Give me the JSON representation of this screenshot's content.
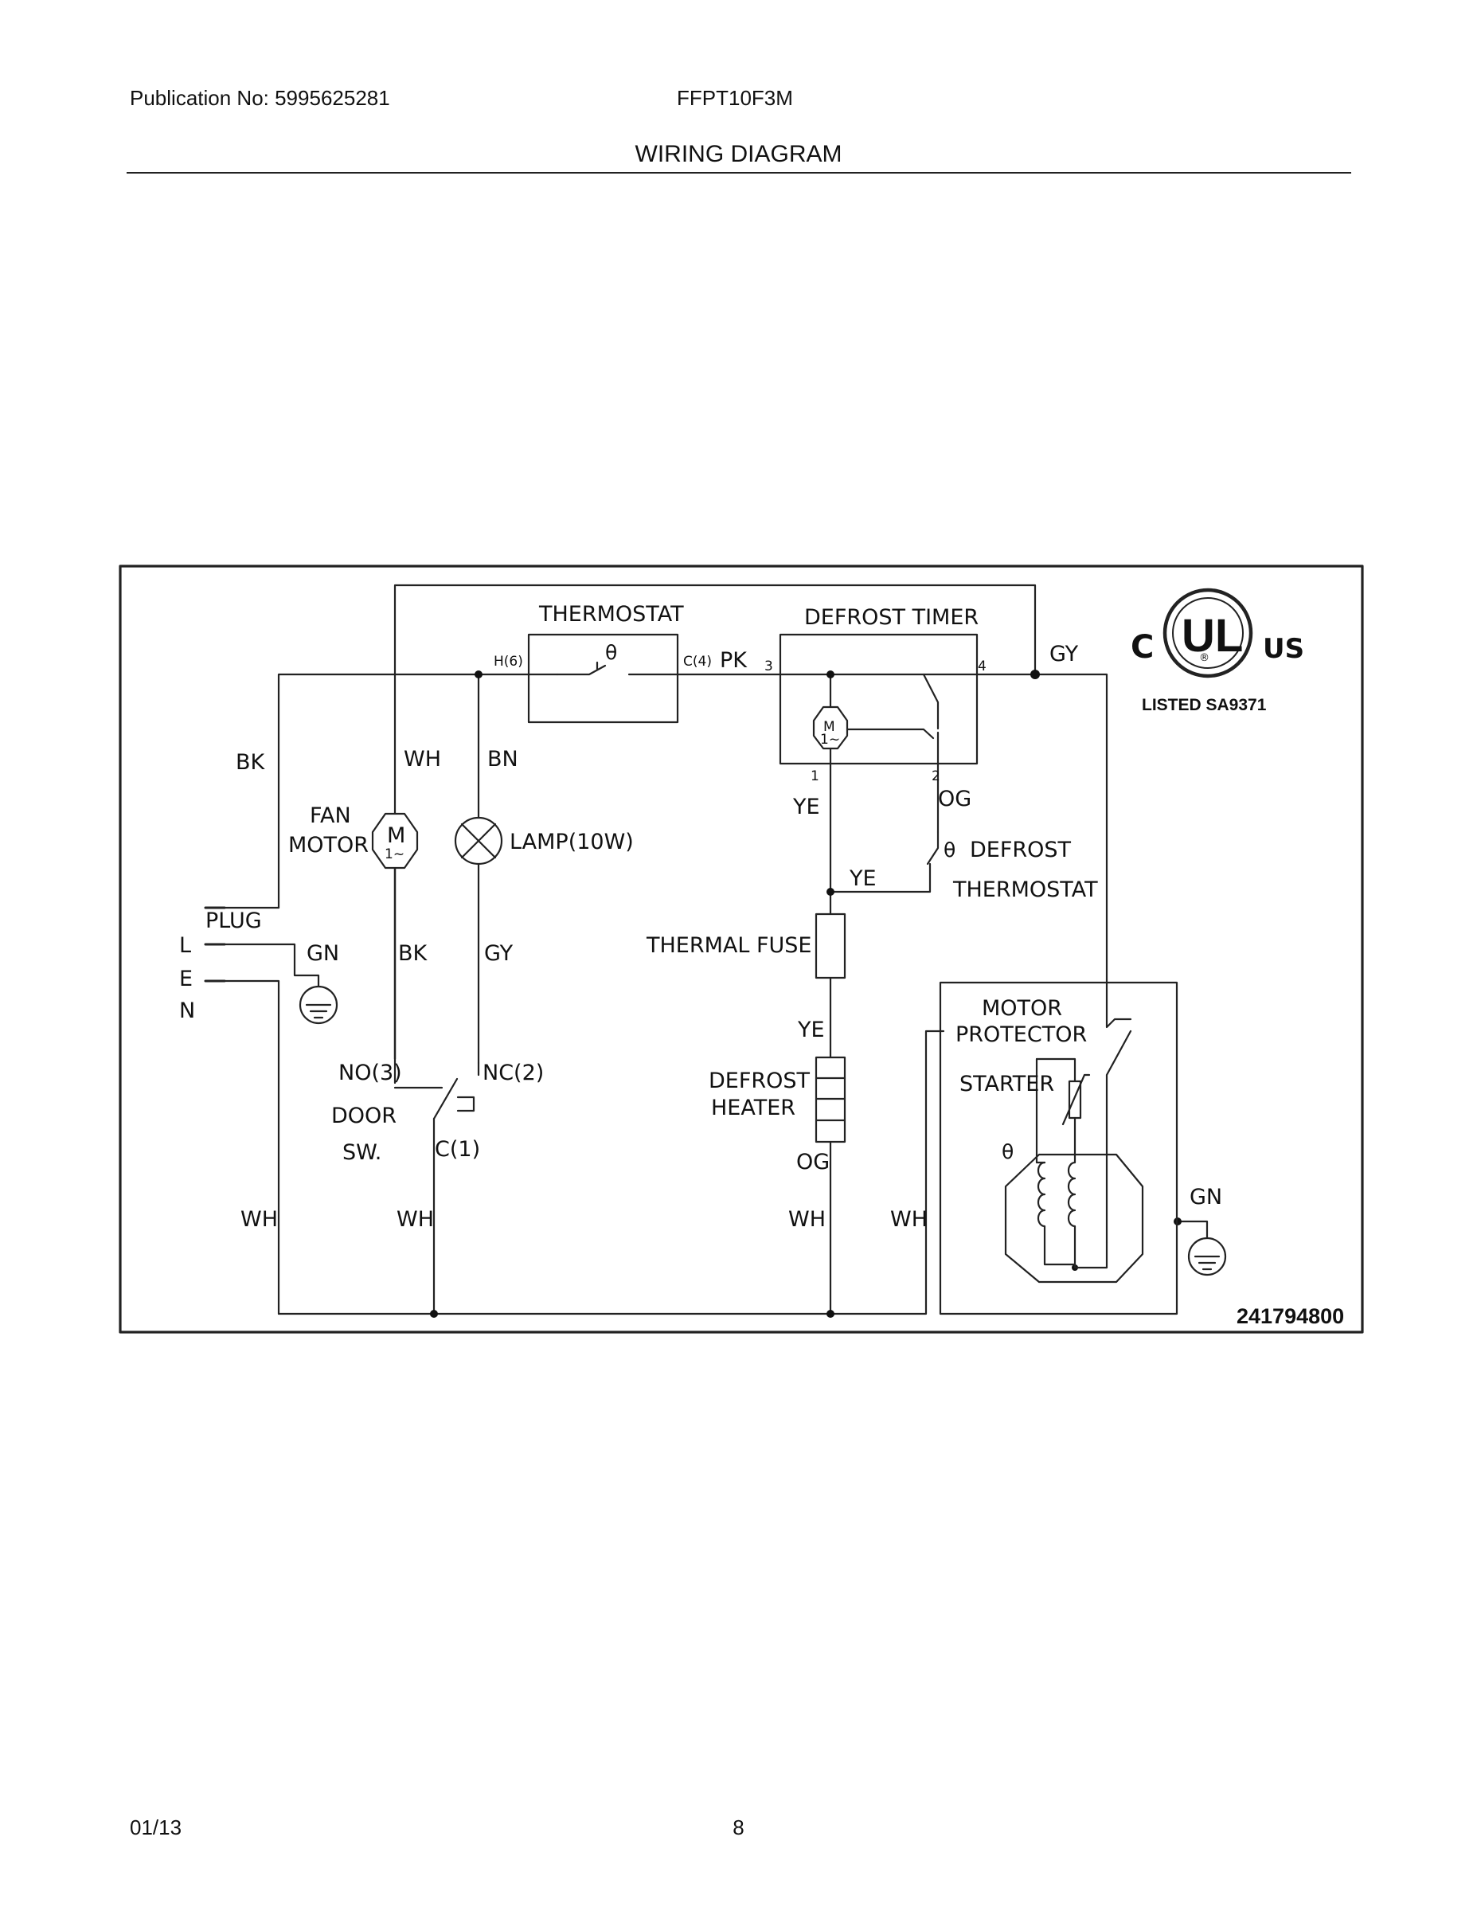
{
  "header": {
    "publication": "Publication No: 5995625281",
    "model": "FFPT10F3M",
    "title": "WIRING DIAGRAM"
  },
  "footer": {
    "date": "01/13",
    "page": "8"
  },
  "diagram": {
    "components": {
      "thermostat": "THERMOSTAT",
      "thermostat_h": "H(6)",
      "thermostat_c": "C(4)",
      "defrost_timer": "DEFROST TIMER",
      "timer_term_3": "3",
      "timer_term_4": "4",
      "timer_term_1": "1",
      "timer_term_2": "2",
      "fan_motor_line1": "FAN",
      "fan_motor_line2": "MOTOR",
      "lamp": "LAMP(10W)",
      "plug": "PLUG",
      "plug_l": "L",
      "plug_e": "E",
      "plug_n": "N",
      "defrost_thermostat_line1": "DEFROST",
      "defrost_thermostat_line2": "THERMOSTAT",
      "thermal_fuse": "THERMAL FUSE",
      "defrost_heater_line1": "DEFROST",
      "defrost_heater_line2": "HEATER",
      "door_sw_no": "NO(3)",
      "door_sw_nc": "NC(2)",
      "door_sw_c": "C(1)",
      "door_sw_line1": "DOOR",
      "door_sw_line2": "SW.",
      "motor_protector_line1": "MOTOR",
      "motor_protector_line2": "PROTECTOR",
      "starter": "STARTER",
      "theta": "θ",
      "motor_m": "M",
      "motor_ac": "1~"
    },
    "wires": {
      "bk_top": "BK",
      "wh_fan": "WH",
      "bn_lamp": "BN",
      "pk": "PK",
      "gy_right": "GY",
      "ye_timer": "YE",
      "og_timer": "OG",
      "ye_branch": "YE",
      "gn_plug": "GN",
      "bk_fan": "BK",
      "gy_lamp": "GY",
      "ye_heater": "YE",
      "og_heater": "OG",
      "wh_1": "WH",
      "wh_2": "WH",
      "wh_3": "WH",
      "wh_4": "WH",
      "gn_comp": "GN"
    },
    "certification": {
      "c": "C",
      "ul": "UL",
      "us": "US",
      "registered": "®",
      "listed": "LISTED  SA9371"
    },
    "part_number": "241794800"
  }
}
